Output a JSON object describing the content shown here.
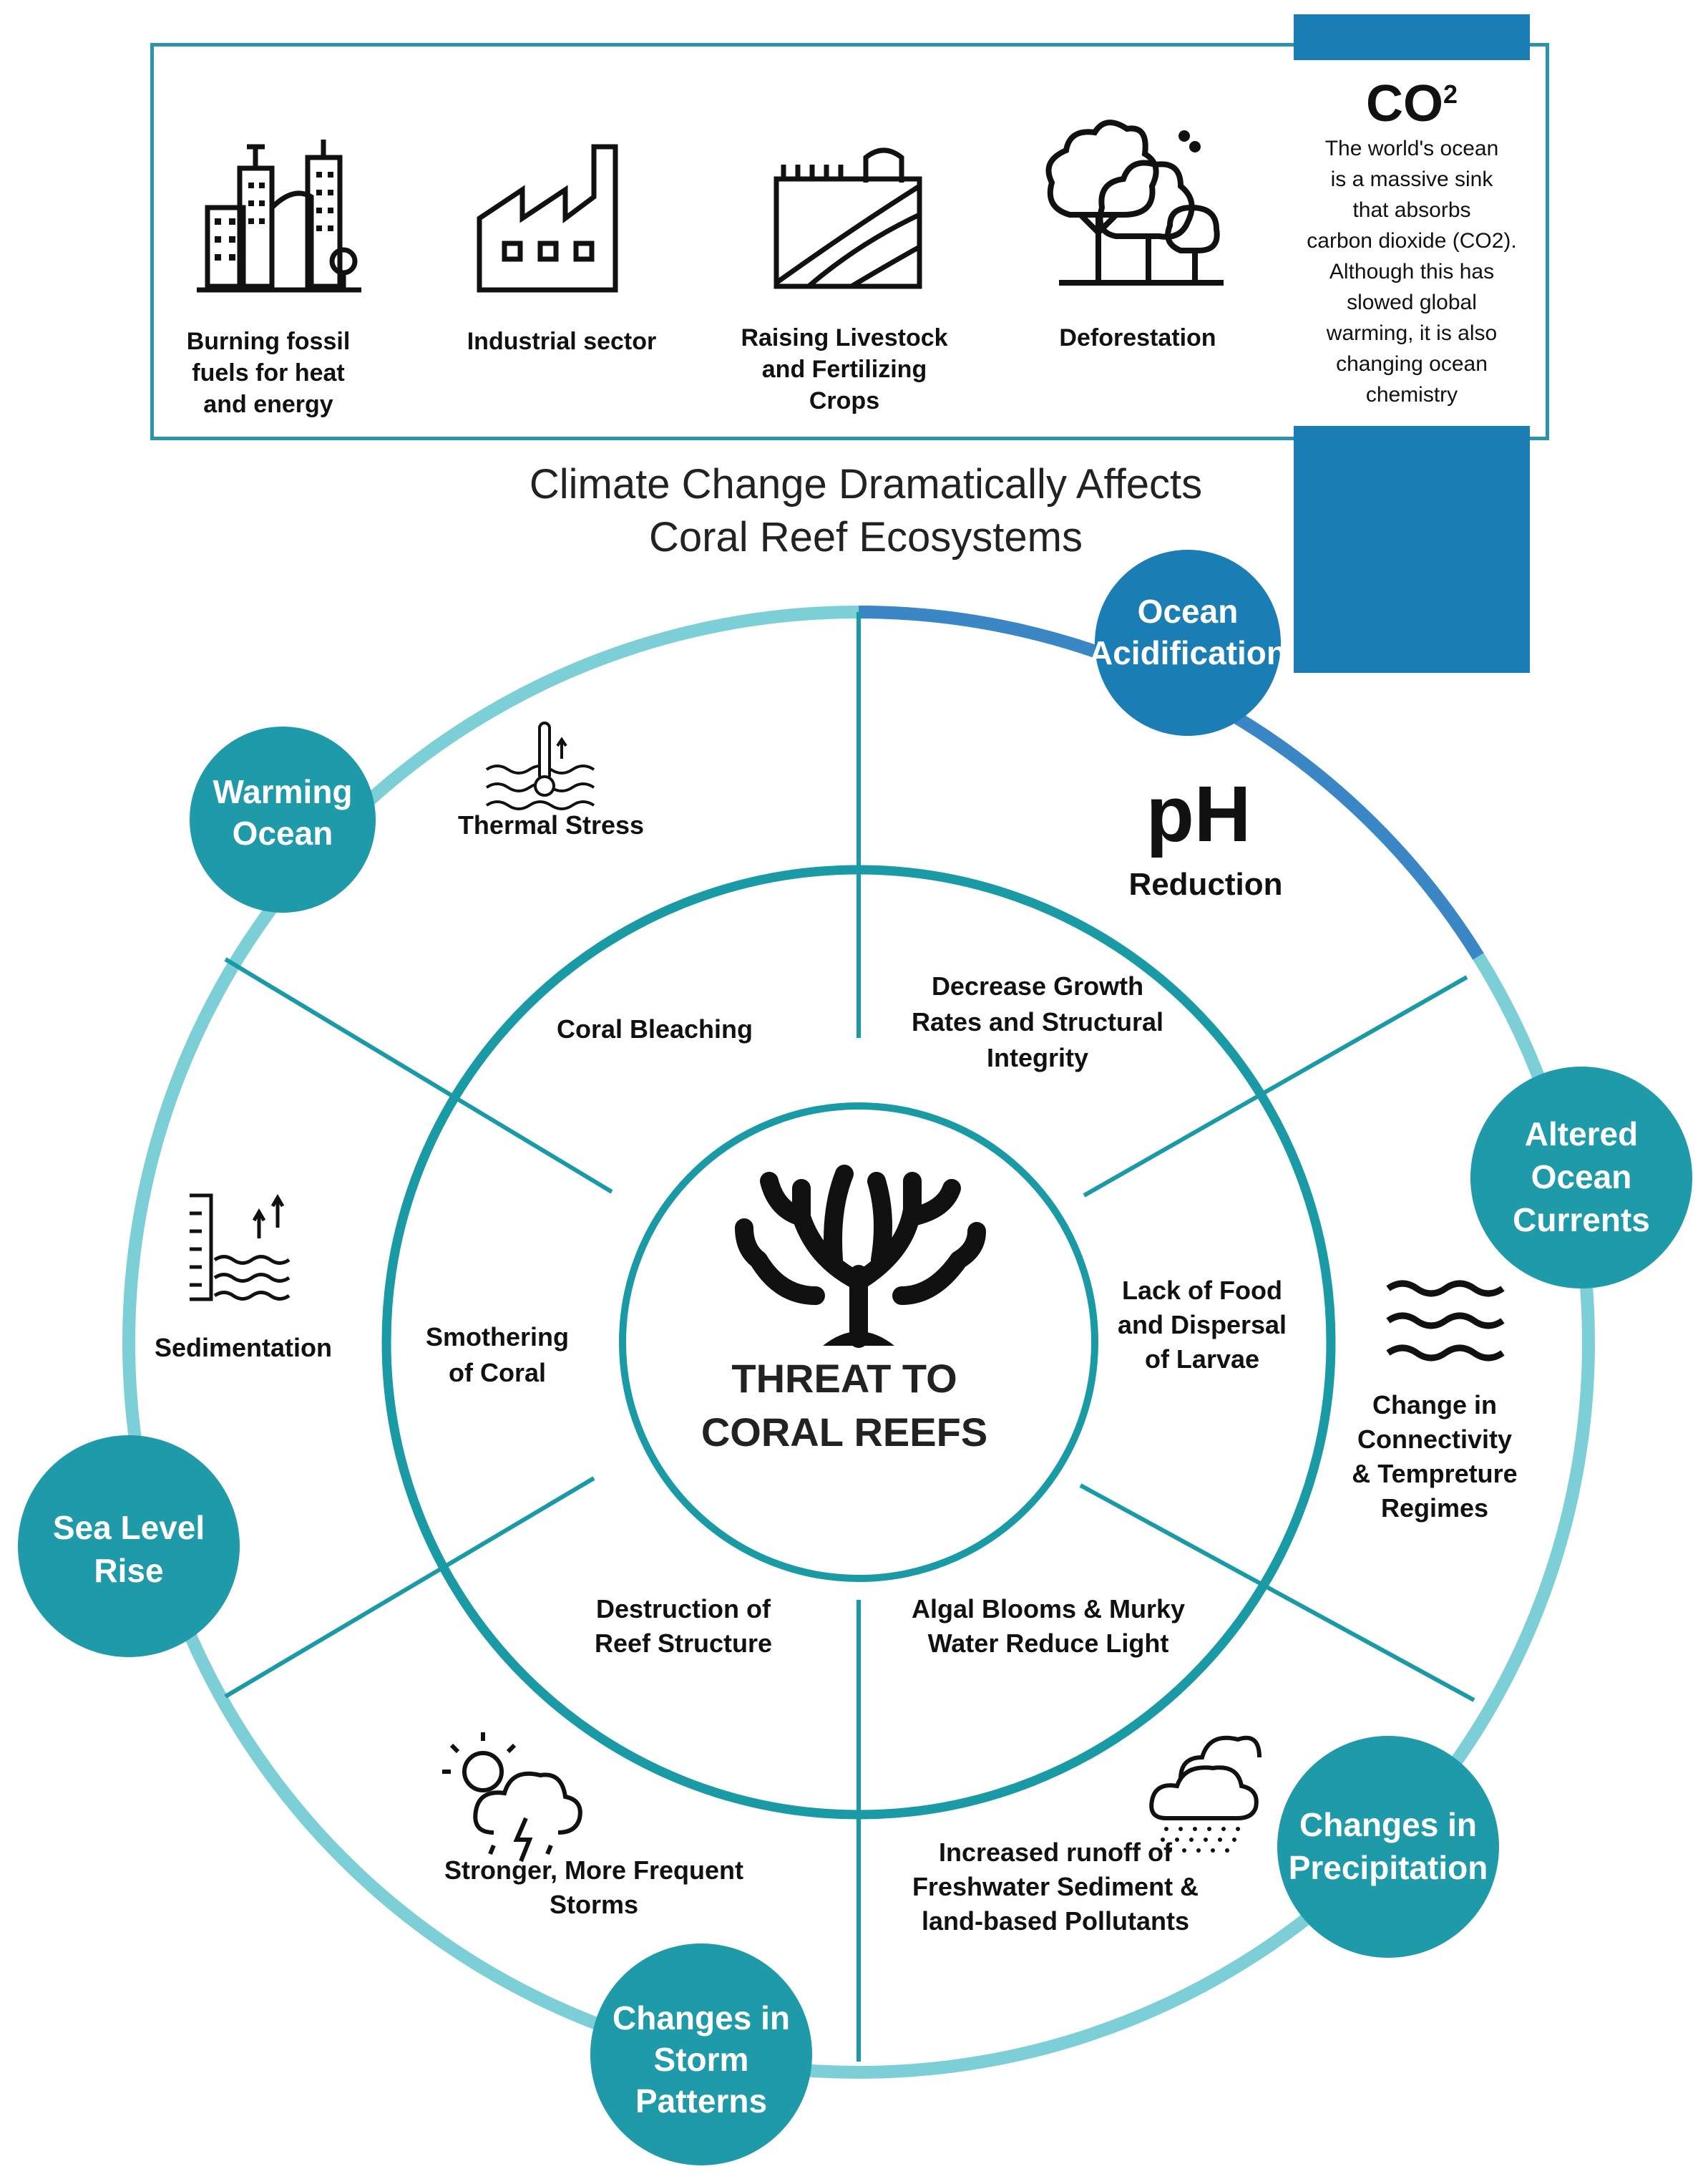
{
  "sources": [
    {
      "label": "Burning fossil fuels for heat and energy",
      "lines": [
        "Burning fossil",
        "fuels for heat",
        "and energy"
      ],
      "icon": "city-buildings-icon"
    },
    {
      "label": "Industrial sector",
      "lines": [
        "Industrial sector"
      ],
      "icon": "factory-icon"
    },
    {
      "label": "Raising Livestock and Fertilizing Crops",
      "lines": [
        "Raising Livestock",
        "and Fertilizing",
        "Crops"
      ],
      "icon": "farm-icon"
    },
    {
      "label": "Deforestation",
      "lines": [
        "Deforestation"
      ],
      "icon": "trees-icon"
    }
  ],
  "co2": {
    "title": "CO",
    "superscript": "2",
    "lines": [
      "The world's ocean",
      "is a massive sink",
      "that absorbs",
      "carbon dioxide (CO2).",
      "Although this has",
      "slowed global",
      "warming, it is also",
      "changing ocean",
      "chemistry"
    ]
  },
  "title": {
    "line1": "Climate Change Dramatically Affects",
    "line2": "Coral Reef Ecosystems"
  },
  "center": {
    "line1": "THREAT TO",
    "line2": "CORAL REEFS",
    "icon": "coral-icon"
  },
  "drivers": [
    {
      "lines": [
        "Ocean",
        "Acidification"
      ]
    },
    {
      "lines": [
        "Warming",
        "Ocean"
      ]
    },
    {
      "lines": [
        "Altered",
        "Ocean",
        "Currents"
      ]
    },
    {
      "lines": [
        "Sea Level",
        "Rise"
      ]
    },
    {
      "lines": [
        "Changes in",
        "Precipitation"
      ]
    },
    {
      "lines": [
        "Changes in",
        "Storm",
        "Patterns"
      ]
    }
  ],
  "outer_labels": {
    "thermal": "Thermal Stress",
    "ph_big": "pH",
    "ph_small": "Reduction",
    "sedimentation": "Sedimentation",
    "connectivity": [
      "Change in",
      "Connectivity",
      "& Tempreture",
      "Regimes"
    ],
    "storms": [
      "Stronger, More Frequent",
      "Storms"
    ],
    "runoff": [
      "Increased runoff of",
      "Freshwater Sediment &",
      "land-based Pollutants"
    ]
  },
  "inner_labels": {
    "bleaching": [
      "Coral Bleaching"
    ],
    "growth": [
      "Decrease Growth",
      "Rates and Structural",
      "Integrity"
    ],
    "smothering": [
      "Smothering",
      "of Coral"
    ],
    "food": [
      "Lack of Food",
      "and Dispersal",
      "of Larvae"
    ],
    "destruction": [
      "Destruction of",
      "Reef Structure"
    ],
    "algal": [
      "Algal Blooms & Murky",
      "Water Reduce Light"
    ]
  },
  "colors": {
    "teal_dark": "#1a9aa5",
    "teal_light": "#7ccfd6",
    "blue_accent": "#3b86c4",
    "co2_blue": "#1a7eb5",
    "circle_fill": "#1f9aa8"
  }
}
